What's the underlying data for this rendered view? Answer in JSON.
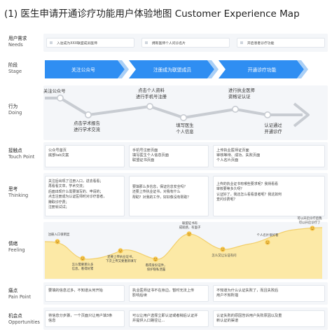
{
  "title": "(1) 医生申请开通诊疗功能用户体验地图 Customer Experience Map",
  "rows": {
    "needs": {
      "cn": "用户需求",
      "en": "Needs"
    },
    "stage": {
      "cn": "阶段",
      "en": "Stage"
    },
    "doing": {
      "cn": "行为",
      "en": "Doing"
    },
    "touch": {
      "cn": "接触点",
      "en": "Touch Point"
    },
    "thinking": {
      "cn": "思考",
      "en": "Thinking"
    },
    "feeling": {
      "cn": "情绪",
      "en": "Feeling"
    },
    "pain": {
      "cn": "痛点",
      "en": "Pain Point"
    },
    "opp": {
      "cn": "机会点",
      "en": "Opportunities"
    }
  },
  "needs": [
    "入驻成为XXX联盟成员医师",
    "拥有医师个人问诊名片",
    "开启患者诊疗功能"
  ],
  "stages": [
    "关注公众号",
    "注册成为联盟成员",
    "开通诊疗功能"
  ],
  "doing": {
    "a": "关注公众号",
    "b": "点击学术报告\n进行学术交流",
    "c": "点击个人资料\n进行手机号注册",
    "d": "填写医生\n个人信息",
    "e": "进行执业医师\n资格证认证",
    "f": "认证通过\n开通诊疗"
  },
  "touch": [
    "公众号首页\n底部tab文案",
    "手机号注册页面\n填写医生个人信息页面\n联盟证书页面",
    "上传执业医师证页面\n审核等待、成功、失败页面\n个人名片页面"
  ],
  "thinking": [
    "关注后出现了注册入口，进去看看；\n再看看文章，学术交流；\n后面出现什么需要填写的、申请的；\n点击注册成为认证医师时对诊疗患者，\n赚取诊疗费；\n注册就试试；",
    "要填那么多信息，保证信息安全吗？\n还要上传执业证书，对我有什么\n帮助？对我的工作，好好像没有帮助？",
    "上传的执业证书有哪些要求呢？我得看看\n审核要等多久呀？\n认证好了，我还怎么看看患者呢？我这如何\n查问诊费呢？"
  ],
  "feeling": {
    "f1": "注册入口很明显",
    "f2": "怎么需要那么多\n信息，看得好累",
    "f3": "还要上传执业证书，\n下次上传又要重新填写",
    "f4": "看得身份证件，\n保护隐私泄露",
    "f5": "联盟证书有\n成就感，有面子",
    "f6": "怎么又让认证有问",
    "f7": "个人名片很好看",
    "f8": "可以开启诊疗后我\n可以开启诊疗了"
  },
  "pain": [
    "要填的信息过多，不知道从何开始",
    "执业医师证书不在身边，暂时无法上传\n影响后续",
    "不知道为什么认证失败了，而且失败后\n用户不知所措"
  ],
  "opp": [
    "将信息分步骤，一个页面只让用户填3条\n信息",
    "可以让用户选择立即认证或者稍后认证并\n并提供入口路径让...",
    "认证失败的原因告诉用户失败原因以及重\n新认证的渠道"
  ],
  "colors": {
    "stage_blue": "#2f8ef2",
    "stage_light": "#a9cff6",
    "feeling_fill": "#fce9a6",
    "emoji": "#f6c54a",
    "row_bg": "#f4f6f9"
  }
}
